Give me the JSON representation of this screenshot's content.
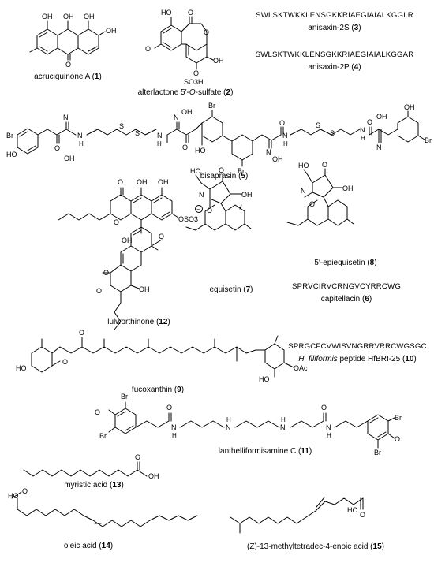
{
  "compounds": [
    {
      "name": "acruciquinone A",
      "number": "1"
    },
    {
      "name_prefix": "alterlactone 5′-",
      "name_italic": "O",
      "name_suffix": "-sulfate",
      "number": "2"
    },
    {
      "sequence": "SWLSKTWKKLENSGKKRIAEGIAIALKGGLR",
      "name": "anisaxin-2S",
      "number": "3"
    },
    {
      "sequence": "SWLSKTWKKLENSGKKRIAEGIAIALKGGAR",
      "name": "anisaxin-2P",
      "number": "4"
    },
    {
      "name": "bisaprasin",
      "number": "5"
    },
    {
      "sequence": "SPRVCIRVCRNGVCYRRCWG",
      "name": "capitellacin",
      "number": "6"
    },
    {
      "name": "equisetin",
      "number": "7"
    },
    {
      "name": "5′-epiequisetin",
      "number": "8"
    },
    {
      "name": "fucoxanthin",
      "number": "9"
    },
    {
      "sequence": "SPRGCFCVWISVNGRRVRRCWGSGC",
      "name_italic": "H. filiformis",
      "name_suffix": " peptide HfBRI-25",
      "number": "10"
    },
    {
      "name": "lanthelliformisamine C",
      "number": "11"
    },
    {
      "name": "lulworthinone",
      "number": "12"
    },
    {
      "name": "myristic acid",
      "number": "13"
    },
    {
      "name": "oleic acid",
      "number": "14"
    },
    {
      "name": "(Z)-13-methyltetradec-4-enoic acid",
      "number": "15"
    }
  ],
  "atom_labels": {
    "oh": "OH",
    "o": "O",
    "br": "Br",
    "ho": "HO",
    "n": "N",
    "h": "H",
    "nh": "N\nH",
    "s": "S",
    "so3h": "SO3H",
    "oso3": "OSO3",
    "minus": "−",
    "oac": "OAc",
    "methoxy": "O"
  },
  "colors": {
    "ink": "#000000",
    "background": "#ffffff"
  }
}
